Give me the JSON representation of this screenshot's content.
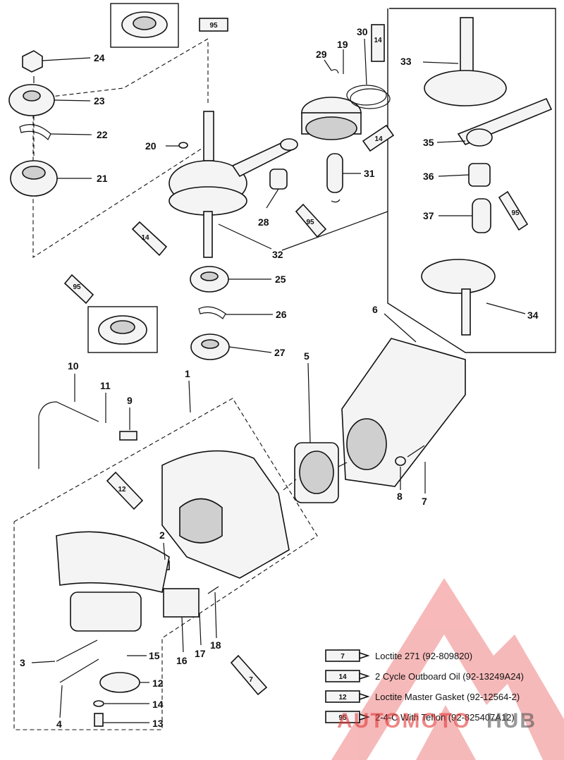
{
  "callouts": [
    {
      "id": "1",
      "label": "1"
    },
    {
      "id": "2",
      "label": "2"
    },
    {
      "id": "3",
      "label": "3"
    },
    {
      "id": "4",
      "label": "4"
    },
    {
      "id": "5",
      "label": "5"
    },
    {
      "id": "6",
      "label": "6"
    },
    {
      "id": "7a",
      "label": "7"
    },
    {
      "id": "8",
      "label": "8"
    },
    {
      "id": "9",
      "label": "9"
    },
    {
      "id": "10",
      "label": "10"
    },
    {
      "id": "11",
      "label": "11"
    },
    {
      "id": "12",
      "label": "12"
    },
    {
      "id": "13",
      "label": "13"
    },
    {
      "id": "14",
      "label": "14"
    },
    {
      "id": "15",
      "label": "15"
    },
    {
      "id": "16",
      "label": "16"
    },
    {
      "id": "17",
      "label": "17"
    },
    {
      "id": "18",
      "label": "18"
    },
    {
      "id": "19",
      "label": "19"
    },
    {
      "id": "20",
      "label": "20"
    },
    {
      "id": "21",
      "label": "21"
    },
    {
      "id": "22",
      "label": "22"
    },
    {
      "id": "23",
      "label": "23"
    },
    {
      "id": "24",
      "label": "24"
    },
    {
      "id": "25",
      "label": "25"
    },
    {
      "id": "26",
      "label": "26"
    },
    {
      "id": "27",
      "label": "27"
    },
    {
      "id": "28",
      "label": "28"
    },
    {
      "id": "29",
      "label": "29"
    },
    {
      "id": "30",
      "label": "30"
    },
    {
      "id": "31",
      "label": "31"
    },
    {
      "id": "32",
      "label": "32"
    },
    {
      "id": "33",
      "label": "33"
    },
    {
      "id": "34",
      "label": "34"
    },
    {
      "id": "35",
      "label": "35"
    },
    {
      "id": "36",
      "label": "36"
    },
    {
      "id": "37",
      "label": "37"
    }
  ],
  "tube_labels": {
    "t95_top": "95",
    "t14_top": "14",
    "t14_mid": "14",
    "t95_mid": "95",
    "t14_left": "14",
    "t95_left": "95",
    "t95_right": "95",
    "t12": "12",
    "t7": "7"
  },
  "legend": [
    {
      "code": "7",
      "text": "Loctite 271 (92-809820)"
    },
    {
      "code": "14",
      "text": "2 Cycle Outboard Oil (92-13249A24)"
    },
    {
      "code": "12",
      "text": "Loctite Master Gasket (92-12564-2)"
    },
    {
      "code": "95",
      "text": "2-4-C With Teflon (92-825407A12)"
    }
  ],
  "watermark": {
    "left": "AUTOMOTO",
    "right": "HUB",
    "color": "#e23a3a"
  }
}
